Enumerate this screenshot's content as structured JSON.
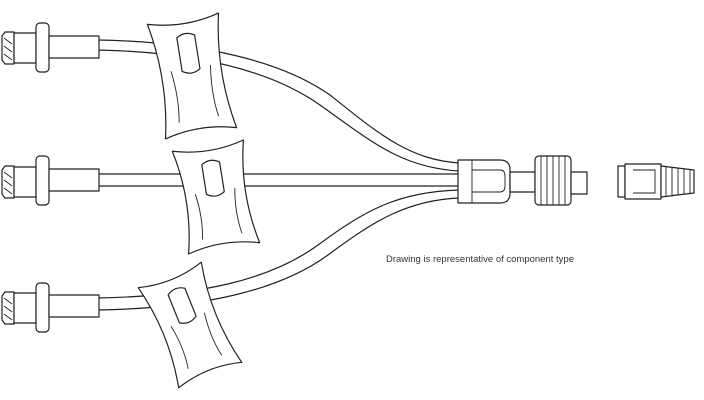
{
  "caption": "Drawing is representative of component type",
  "components": [
    "luer-connector-top",
    "luer-connector-middle",
    "luer-connector-bottom",
    "clamp-top",
    "clamp-middle",
    "clamp-bottom",
    "y-junction-hub",
    "threaded-collar",
    "separate-cap"
  ]
}
